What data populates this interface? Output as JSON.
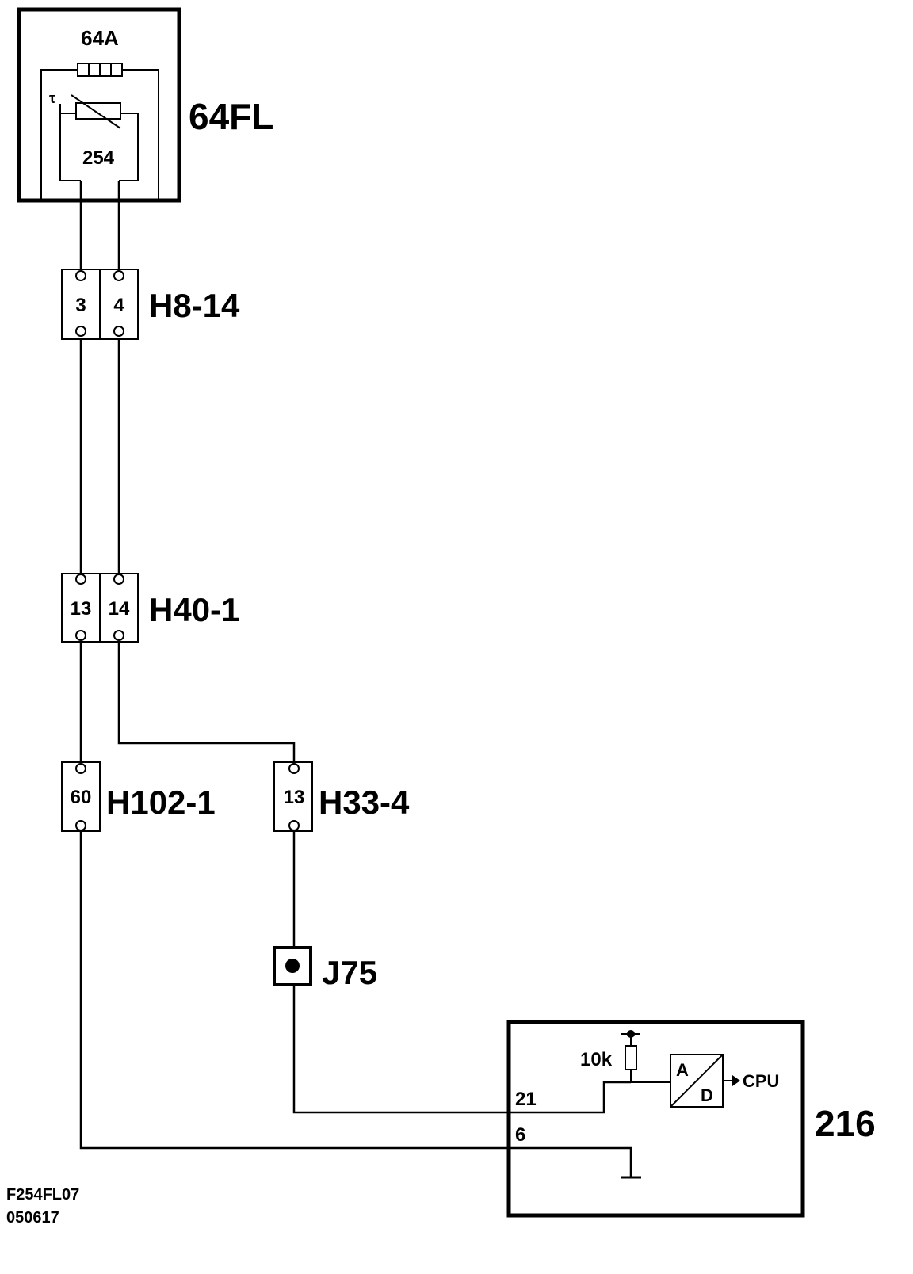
{
  "components": {
    "fuel_sender": {
      "name": "64FL",
      "fuse_label": "64A",
      "sensor_label": "254"
    },
    "connector_h8_14": {
      "name": "H8-14",
      "pins": [
        "3",
        "4"
      ]
    },
    "connector_h40_1": {
      "name": "H40-1",
      "pins": [
        "13",
        "14"
      ]
    },
    "connector_h102_1": {
      "name": "H102-1",
      "pins": [
        "60"
      ]
    },
    "connector_h33_4": {
      "name": "H33-4",
      "pins": [
        "13"
      ]
    },
    "junction_j75": {
      "name": "J75"
    },
    "control_unit": {
      "name": "216",
      "pin_signal": "21",
      "pin_ground": "6",
      "resistor_label": "10k",
      "adc_top": "A",
      "adc_bottom": "D",
      "output_label": "CPU"
    }
  },
  "footer": {
    "drawing_code": "F254FL07",
    "date_code": "050617"
  }
}
